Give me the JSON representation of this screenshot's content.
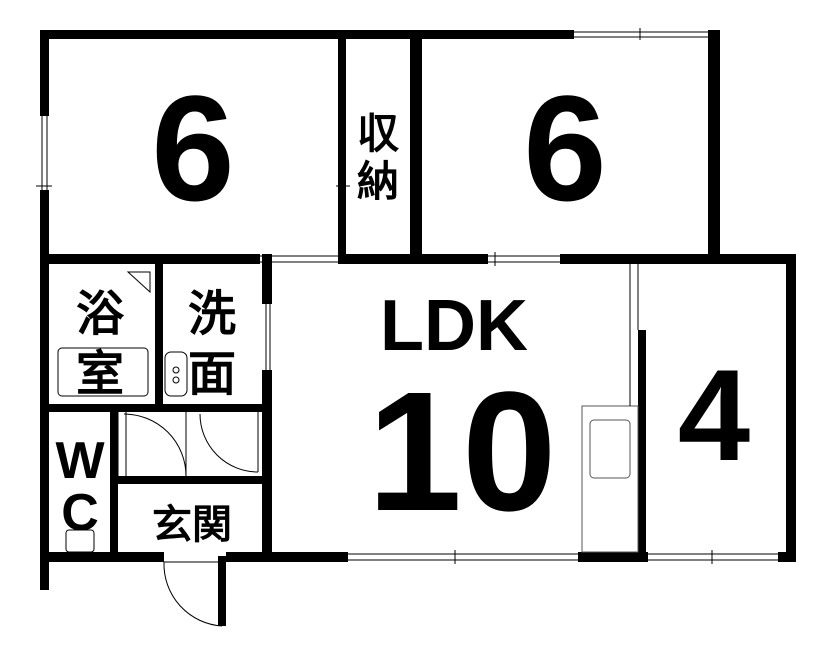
{
  "floorplan": {
    "rooms": {
      "west_bedroom": {
        "size": "6"
      },
      "closet": {
        "label_top": "収",
        "label_bottom": "納"
      },
      "east_bedroom": {
        "size": "6"
      },
      "bath": {
        "label_top": "浴",
        "label_bottom": "室"
      },
      "washroom": {
        "label_top": "洗",
        "label_bottom": "面"
      },
      "ldk": {
        "label": "LDK",
        "size": "10"
      },
      "south_room": {
        "size": "4"
      },
      "toilet": {
        "label_top": "W",
        "label_bottom": "C"
      },
      "entrance": {
        "label": "玄関"
      }
    },
    "colors": {
      "wall": "#000000",
      "background": "#ffffff",
      "fixture_line": "#555555"
    }
  }
}
